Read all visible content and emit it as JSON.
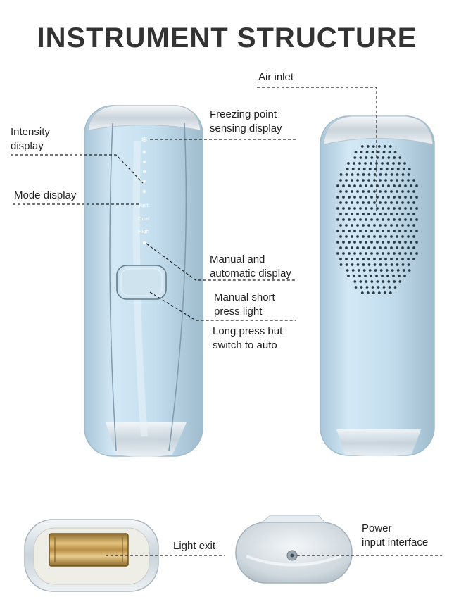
{
  "title": "INSTRUMENT STRUCTURE",
  "labels": {
    "air_inlet": "Air inlet",
    "freezing_point": "Freezing point\nsensing display",
    "intensity": "Intensity\ndisplay",
    "mode": "Mode display",
    "manual_auto": "Manual and\nautomatic display",
    "manual_short": "Manual short\npress light",
    "long_press": "Long press but\nswitch to auto",
    "light_exit": "Light exit",
    "power": "Power\ninput interface"
  },
  "panel": {
    "modes": [
      "Fast",
      "Dual",
      "High"
    ],
    "freeze_icon": "snowflake-icon"
  },
  "colors": {
    "device_body": "#c9e1f0",
    "device_edge": "#9fbccd",
    "chrome": "#e4eaee",
    "lamp_gold": "#c9a35c",
    "title": "#333333"
  }
}
